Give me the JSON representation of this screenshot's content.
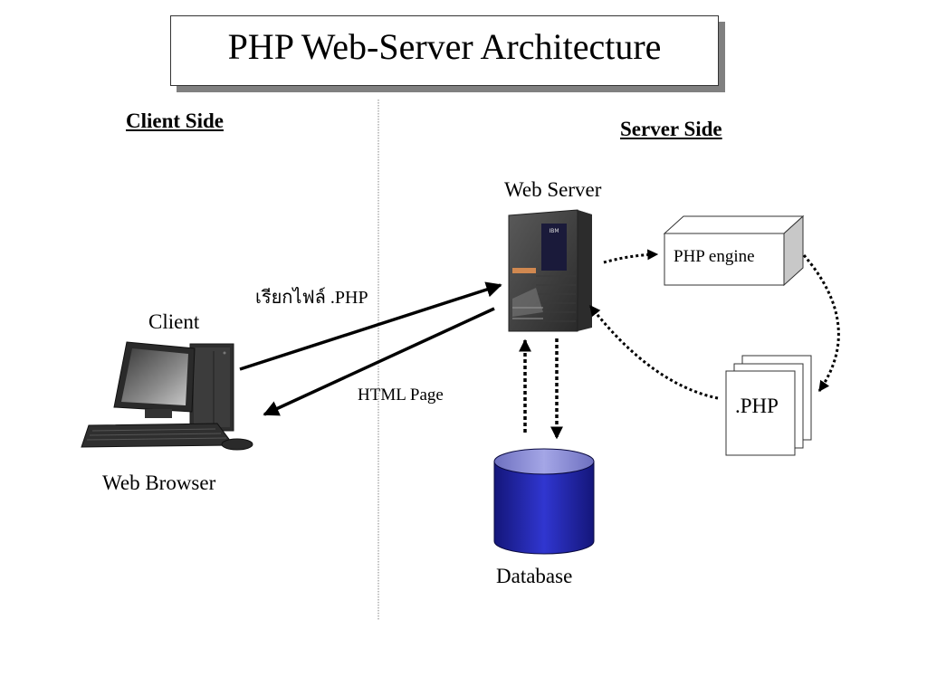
{
  "title": "PHP Web-Server Architecture",
  "sections": {
    "client": "Client Side",
    "server": "Server Side"
  },
  "nodes": {
    "client": {
      "top_label": "Client",
      "bottom_label": "Web Browser",
      "icon": "desktop-computer-icon"
    },
    "web_server": {
      "label": "Web Server",
      "icon": "server-tower-icon",
      "brand_badge": "IBM"
    },
    "php_engine": {
      "label": "PHP engine",
      "shape": "3d-box"
    },
    "php_files": {
      "label": ".PHP",
      "shape": "stacked-documents"
    },
    "database": {
      "label": "Database",
      "shape": "cylinder",
      "color": "#2b2fb8"
    }
  },
  "edges": [
    {
      "from": "client",
      "to": "web_server",
      "label": "เรียกไฟล์ .PHP",
      "style": "solid"
    },
    {
      "from": "web_server",
      "to": "client",
      "label": "HTML Page",
      "style": "solid"
    },
    {
      "from": "web_server",
      "to": "php_engine",
      "label": "",
      "style": "dotted"
    },
    {
      "from": "php_engine",
      "to": "php_files",
      "label": "",
      "style": "dotted"
    },
    {
      "from": "php_files",
      "to": "web_server",
      "label": "",
      "style": "dotted"
    },
    {
      "from": "database",
      "to": "web_server",
      "label": "",
      "style": "dotted"
    },
    {
      "from": "web_server",
      "to": "database",
      "label": "",
      "style": "dotted"
    }
  ],
  "colors": {
    "shadow": "#808080",
    "divider": "#9a9a9a",
    "database_fill": "#2b2fb8",
    "database_top": "#8a8cd6"
  }
}
